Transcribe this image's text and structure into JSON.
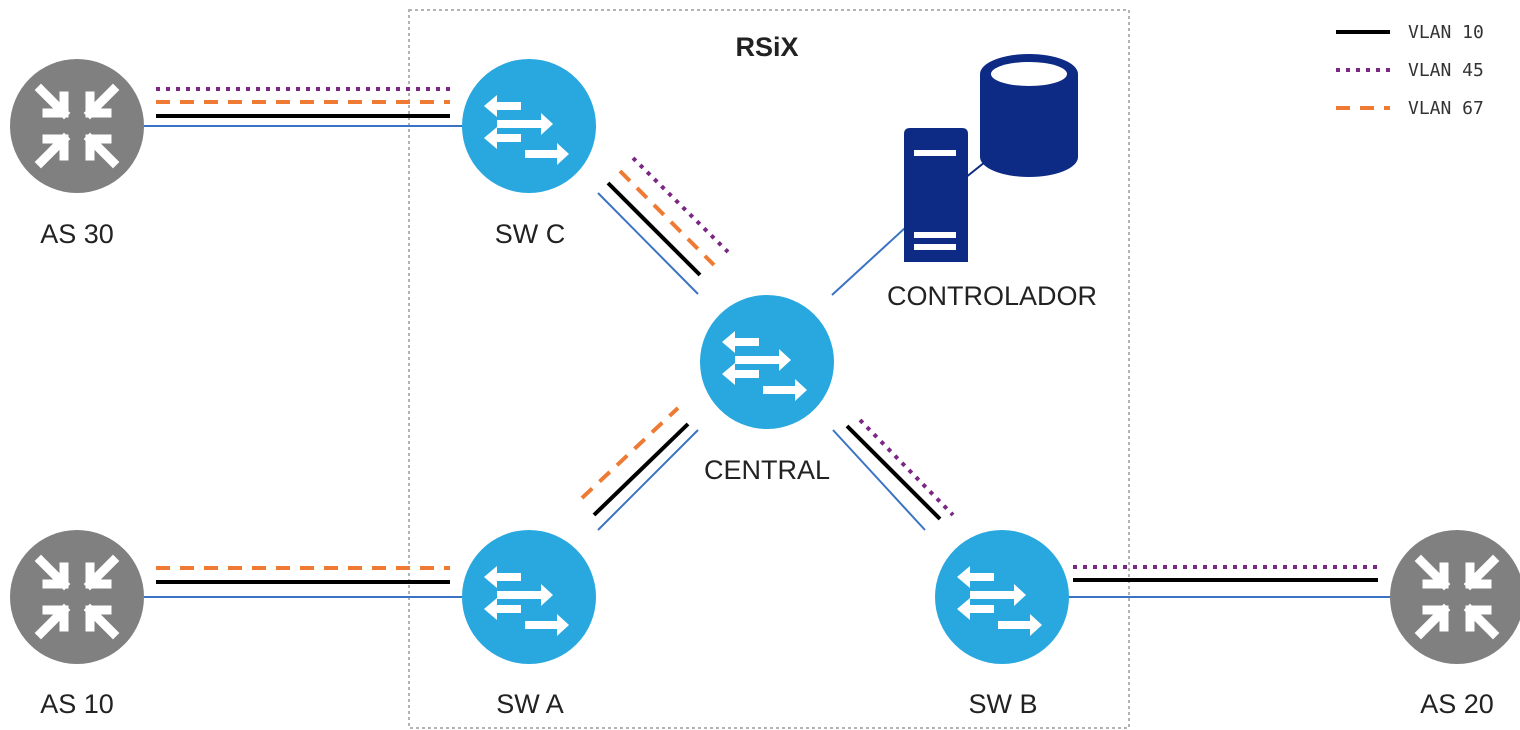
{
  "title": "RSiX",
  "colors": {
    "switch_fill": "#29A8E0",
    "router_fill": "#808080",
    "server_fill": "#0D2B84",
    "link": "#3B73C4",
    "border": "#9A9A9A",
    "vlan10": "#000000",
    "vlan45": "#7B2784",
    "vlan67": "#EE7A33"
  },
  "legend": [
    {
      "label": "VLAN 10",
      "style": "solid"
    },
    {
      "label": "VLAN 45",
      "style": "dotted"
    },
    {
      "label": "VLAN 67",
      "style": "dashed"
    }
  ],
  "nodes": {
    "as30": {
      "label": "AS 30",
      "type": "router"
    },
    "as10": {
      "label": "AS 10",
      "type": "router"
    },
    "as20": {
      "label": "AS 20",
      "type": "router"
    },
    "swc": {
      "label": "SW C",
      "type": "switch"
    },
    "swa": {
      "label": "SW A",
      "type": "switch"
    },
    "swb": {
      "label": "SW B",
      "type": "switch"
    },
    "central": {
      "label": "CENTRAL",
      "type": "switch"
    },
    "controlador": {
      "label": "CONTROLADOR",
      "type": "server"
    }
  },
  "links": [
    {
      "from": "AS 30",
      "to": "SW C",
      "vlans": [
        "VLAN 10",
        "VLAN 67",
        "VLAN 45"
      ]
    },
    {
      "from": "AS 10",
      "to": "SW A",
      "vlans": [
        "VLAN 10",
        "VLAN 67"
      ]
    },
    {
      "from": "AS 20",
      "to": "SW B",
      "vlans": [
        "VLAN 10",
        "VLAN 45"
      ]
    },
    {
      "from": "SW C",
      "to": "CENTRAL",
      "vlans": [
        "VLAN 10",
        "VLAN 67",
        "VLAN 45"
      ]
    },
    {
      "from": "SW A",
      "to": "CENTRAL",
      "vlans": [
        "VLAN 10",
        "VLAN 67"
      ]
    },
    {
      "from": "SW B",
      "to": "CENTRAL",
      "vlans": [
        "VLAN 10",
        "VLAN 45"
      ]
    },
    {
      "from": "CONTROLADOR",
      "to": "CENTRAL",
      "vlans": []
    }
  ]
}
